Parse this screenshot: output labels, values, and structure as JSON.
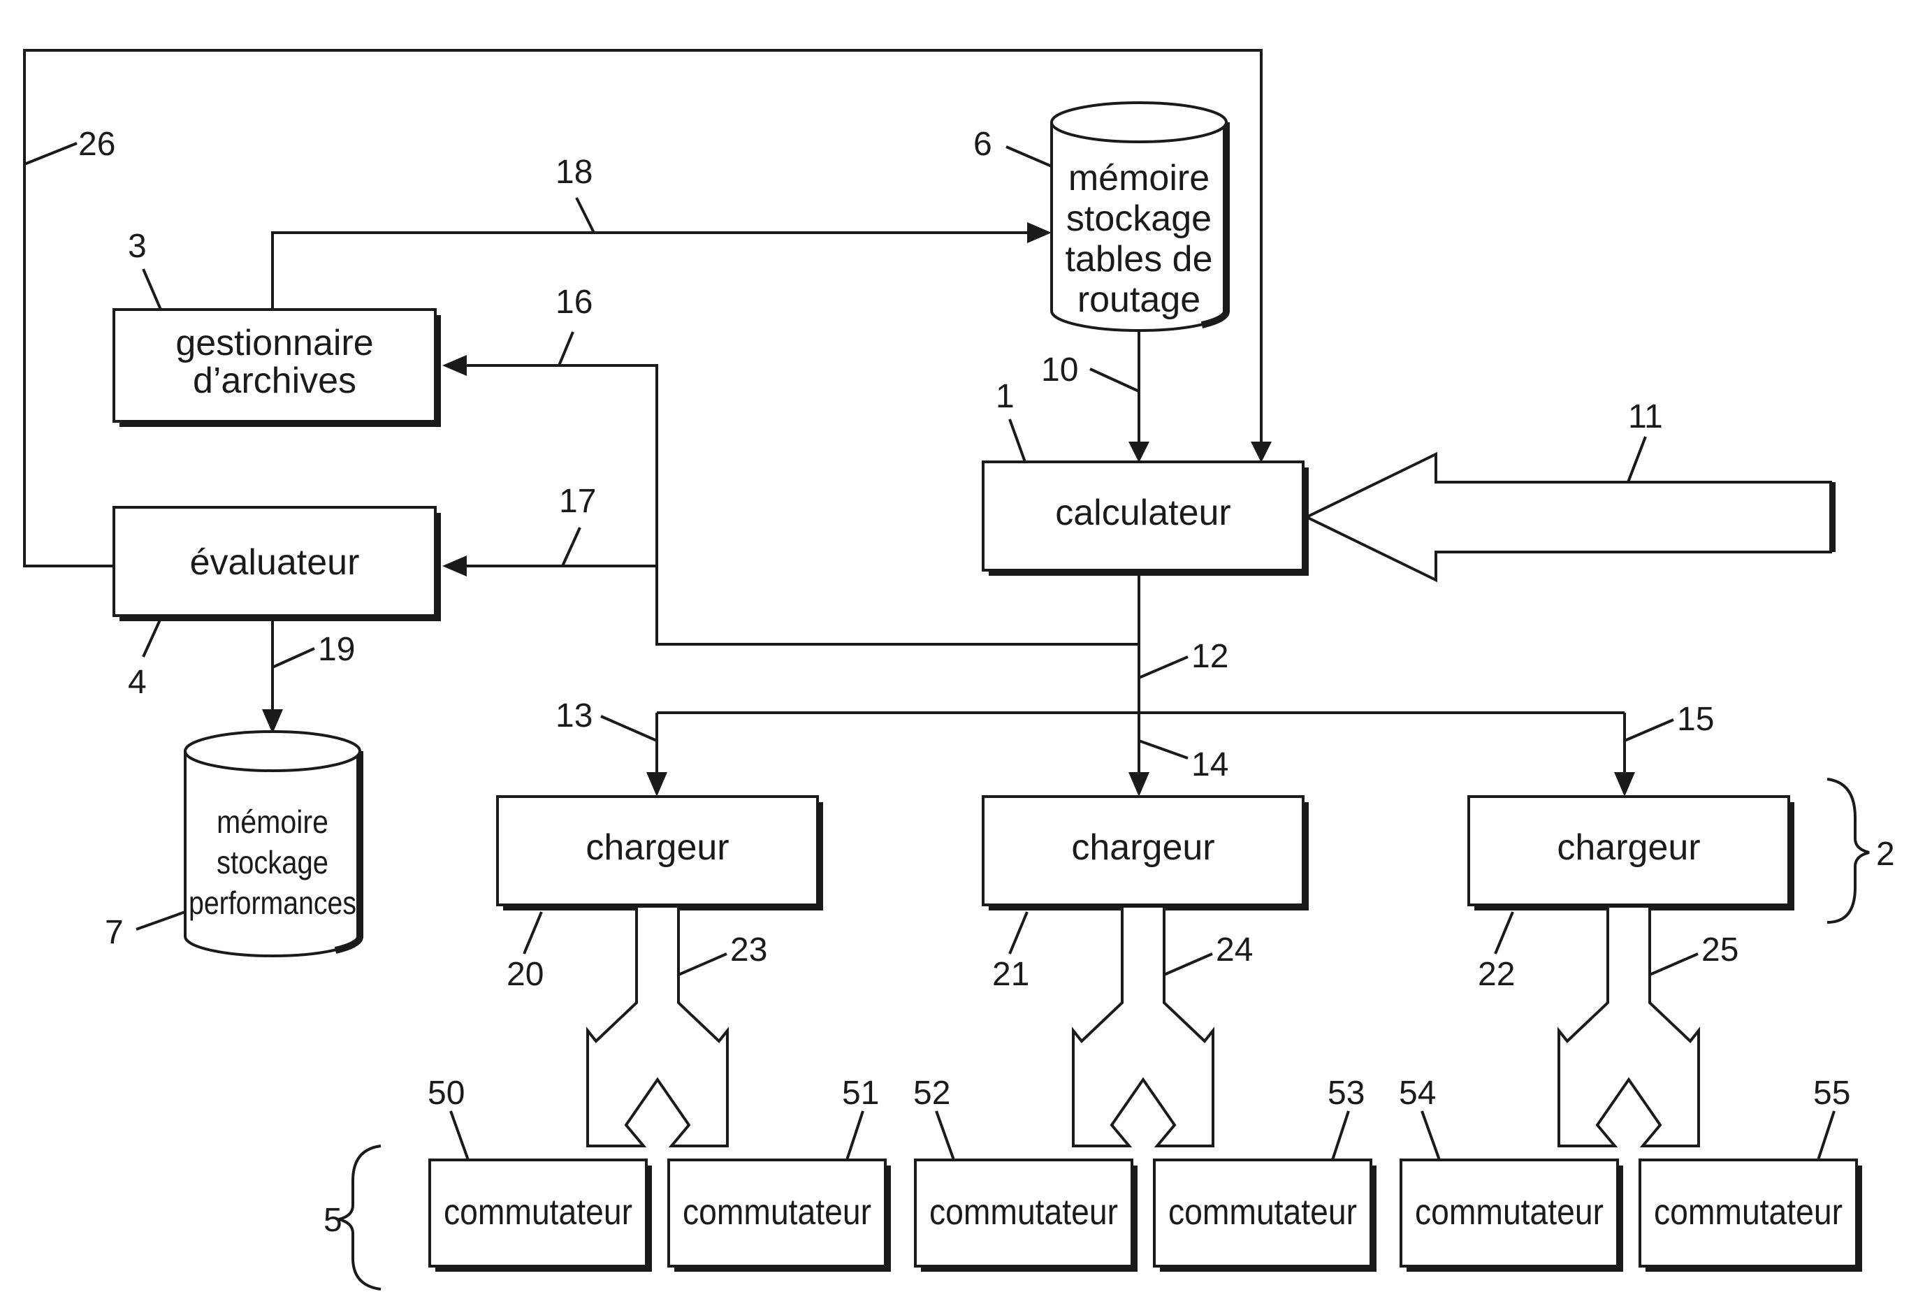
{
  "boxes": {
    "gestionnaire": [
      "gestionnaire",
      "d’archives"
    ],
    "evaluateur": "évaluateur",
    "calculateur": "calculateur",
    "chargeur": "chargeur",
    "commutateur": "commutateur"
  },
  "cylinders": {
    "routing_memory": [
      "mémoire",
      "stockage",
      "tables de",
      "routage"
    ],
    "performance_memory": [
      "mémoire",
      "stockage",
      "performances"
    ]
  },
  "refs": {
    "calculateur": "1",
    "chargeurs_group": "2",
    "gestionnaire": "3",
    "evaluateur": "4",
    "commutateurs_group": "5",
    "routing_memory": "6",
    "performance_memory": "7",
    "link_10": "10",
    "input_11": "11",
    "link_12": "12",
    "link_13": "13",
    "link_14": "14",
    "link_15": "15",
    "link_16": "16",
    "link_17": "17",
    "link_18": "18",
    "link_19": "19",
    "chargeur_20": "20",
    "chargeur_21": "21",
    "chargeur_22": "22",
    "fork_23": "23",
    "fork_24": "24",
    "fork_25": "25",
    "feedback_26": "26",
    "commutateur_50": "50",
    "commutateur_51": "51",
    "commutateur_52": "52",
    "commutateur_53": "53",
    "commutateur_54": "54",
    "commutateur_55": "55"
  }
}
